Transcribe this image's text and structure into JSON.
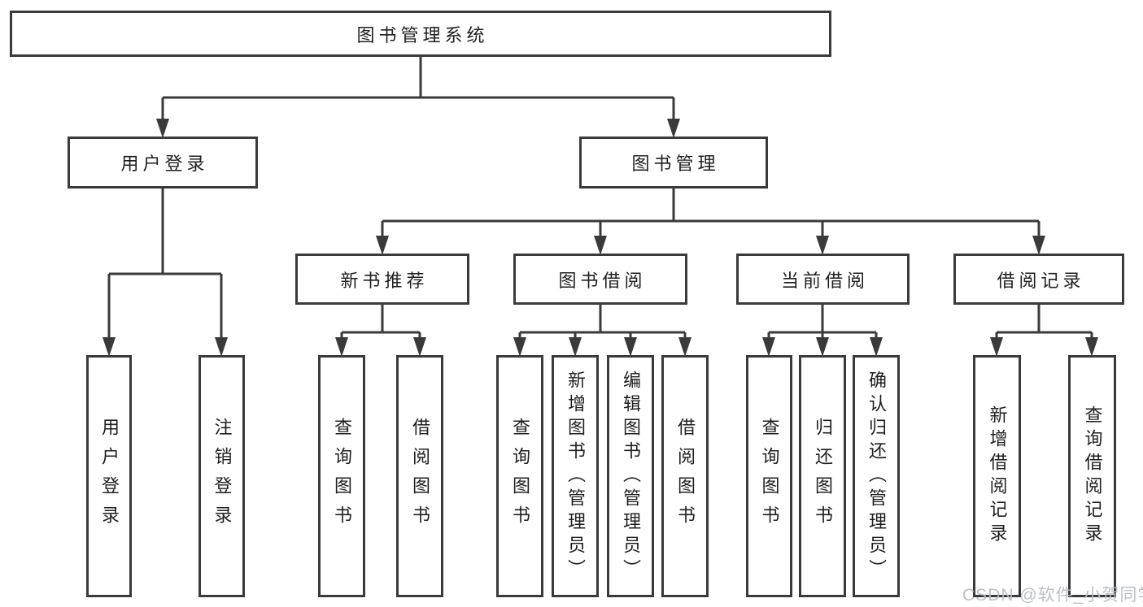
{
  "nodes": {
    "root": "图书管理系统",
    "user_login": "用户登录",
    "book_mgmt": "图书管理",
    "new_book_rec": "新书推荐",
    "book_borrow": "图书借阅",
    "current_borrow": "当前借阅",
    "borrow_records": "借阅记录",
    "leaf_user_login": "用户登录",
    "leaf_logout": "注销登录",
    "rec_query_book": "查询图书",
    "rec_borrow_book": "借阅图书",
    "bb_query_book": "查询图书",
    "bb_add_book": "新增图书（管理员）",
    "bb_edit_book": "编辑图书（管理员）",
    "bb_borrow_book": "借阅图书",
    "cb_query_book": "查询图书",
    "cb_return_book": "归还图书",
    "cb_confirm_return": "确认归还（管理员）",
    "br_add_record": "新增借阅记录",
    "br_query_record": "查询借阅记录"
  },
  "watermark": {
    "text": "CSDN @软件_小贺同学"
  },
  "colors": {
    "line": "#3a3a3a",
    "text": "#1f1f1f",
    "background": "#ffffff",
    "watermark": "#b9bec6"
  }
}
